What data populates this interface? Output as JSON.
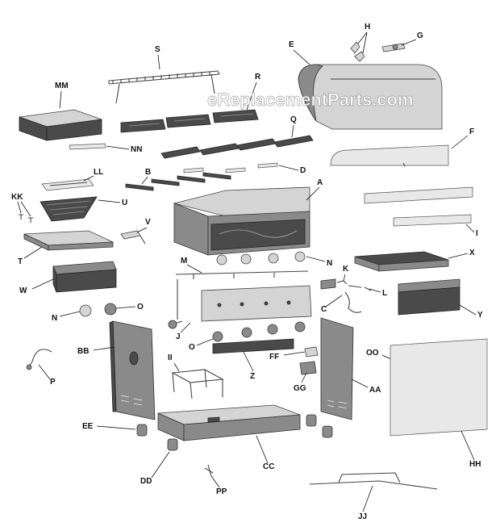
{
  "watermark": "eReplacementParts.com",
  "labels": {
    "S": "S",
    "E": "E",
    "H": "H",
    "G": "G",
    "MM": "MM",
    "R": "R",
    "Q": "Q",
    "NN": "NN",
    "F": "F",
    "LL": "LL",
    "B": "B",
    "D": "D",
    "A": "A",
    "KK": "KK",
    "U": "U",
    "V": "V",
    "I": "I",
    "T": "T",
    "M": "M",
    "N1": "N",
    "K": "K",
    "X": "X",
    "W": "W",
    "L": "L",
    "N2": "N",
    "O1": "O",
    "C": "C",
    "Y": "Y",
    "J": "J",
    "O2": "O",
    "BB": "BB",
    "FF": "FF",
    "OO": "OO",
    "II": "II",
    "Z": "Z",
    "P": "P",
    "GG": "GG",
    "AA": "AA",
    "EE": "EE",
    "HH": "HH",
    "CC": "CC",
    "DD": "DD",
    "PP": "PP",
    "JJ": "JJ"
  }
}
